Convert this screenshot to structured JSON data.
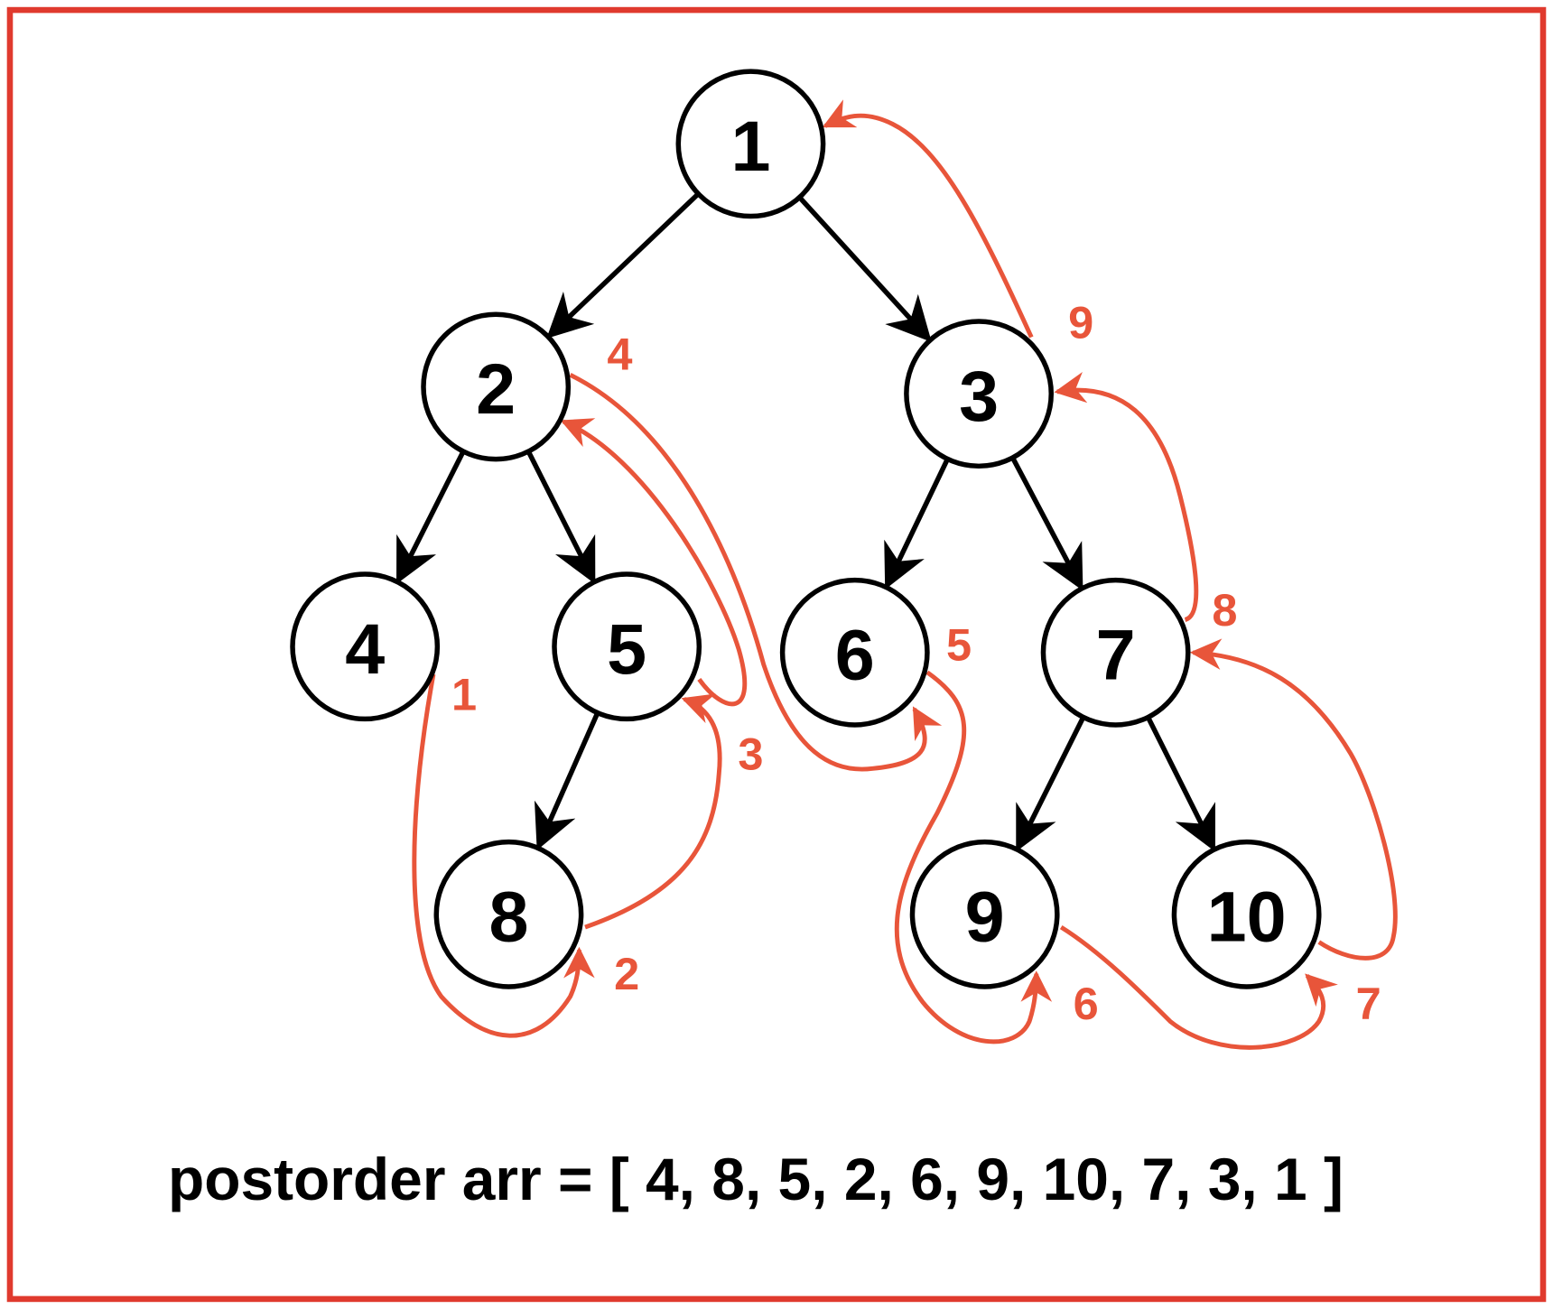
{
  "colors": {
    "border": "#e03a2e",
    "traversal": "#e8553a",
    "tree": "#000000"
  },
  "nodes": [
    {
      "id": "1",
      "label": "1"
    },
    {
      "id": "2",
      "label": "2"
    },
    {
      "id": "3",
      "label": "3"
    },
    {
      "id": "4",
      "label": "4"
    },
    {
      "id": "5",
      "label": "5"
    },
    {
      "id": "6",
      "label": "6"
    },
    {
      "id": "7",
      "label": "7"
    },
    {
      "id": "8",
      "label": "8"
    },
    {
      "id": "9",
      "label": "9"
    },
    {
      "id": "10",
      "label": "10"
    }
  ],
  "edges": [
    [
      "1",
      "2"
    ],
    [
      "1",
      "3"
    ],
    [
      "2",
      "4"
    ],
    [
      "2",
      "5"
    ],
    [
      "5",
      "8"
    ],
    [
      "3",
      "6"
    ],
    [
      "3",
      "7"
    ],
    [
      "7",
      "9"
    ],
    [
      "7",
      "10"
    ]
  ],
  "steps": [
    "1",
    "2",
    "3",
    "4",
    "5",
    "6",
    "7",
    "8",
    "9"
  ],
  "caption": "postorder arr = [ 4, 8, 5, 2, 6, 9, 10, 7, 3, 1 ]"
}
